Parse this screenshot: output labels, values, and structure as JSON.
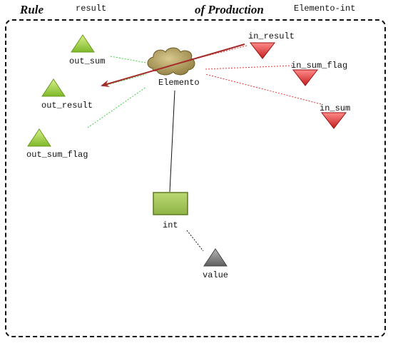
{
  "header": {
    "rule_label": "Rule",
    "rule_name": "result",
    "production_label": "of Production",
    "production_name": "Elemento-int"
  },
  "nodes": {
    "elemento": "Elemento",
    "int_node": "int",
    "value": "value",
    "out_sum": "out_sum",
    "out_result": "out_result",
    "out_sum_flag": "out_sum_flag",
    "in_result": "in_result",
    "in_sum_flag": "in_sum_flag",
    "in_sum": "in_sum"
  },
  "colors": {
    "output_port": "#9dcc3c",
    "input_port": "#e03535",
    "attribute_port": "#7d7d7d",
    "box": "#a7c85a",
    "cloud": "#b8a66b",
    "arrow": "#a52a2a"
  }
}
